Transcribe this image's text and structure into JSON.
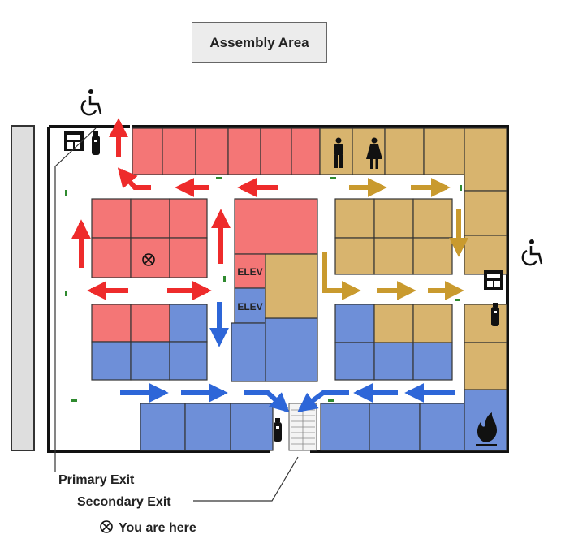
{
  "assembly_area": "Assembly Area",
  "legend": {
    "primary_exit": "Primary Exit",
    "secondary_exit": "Secondary Exit",
    "you_are_here": "You are here"
  },
  "elevators": [
    "ELEV",
    "ELEV"
  ],
  "colors": {
    "red_zone": "#f47676",
    "blue_zone": "#6e8fd8",
    "gold_zone": "#d8b46e",
    "red_arrow": "#ee2b2b",
    "blue_arrow": "#2d66d8",
    "gold_arrow": "#c99a2e",
    "wall": "#111111",
    "sidewalk": "#dedede"
  },
  "icons": [
    "wheelchair-icon",
    "exit-sign-icon",
    "fire-extinguisher-icon",
    "men-restroom-icon",
    "women-restroom-icon",
    "you-are-here-icon",
    "fire-hazard-icon",
    "stairs-icon"
  ]
}
